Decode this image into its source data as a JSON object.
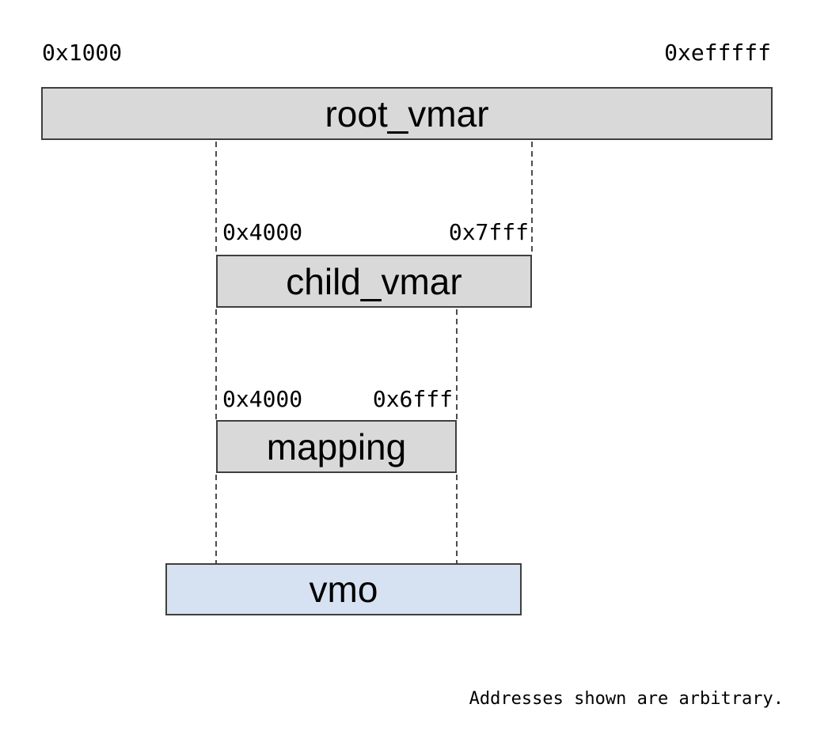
{
  "colors": {
    "background": "#ffffff",
    "region_fill": "#d9d9d9",
    "vmo_fill": "#d6e2f2",
    "border": "#3f3f3f",
    "dash": "#4d4d4d",
    "text": "#000000"
  },
  "regions": {
    "root_vmar": {
      "label": "root_vmar",
      "start_address": "0x1000",
      "end_address": "0xefffff"
    },
    "child_vmar": {
      "label": "child_vmar",
      "start_address": "0x4000",
      "end_address": "0x7fff"
    },
    "mapping": {
      "label": "mapping",
      "start_address": "0x4000",
      "end_address": "0x6fff"
    },
    "vmo": {
      "label": "vmo"
    }
  },
  "footnote": "Addresses shown are arbitrary."
}
